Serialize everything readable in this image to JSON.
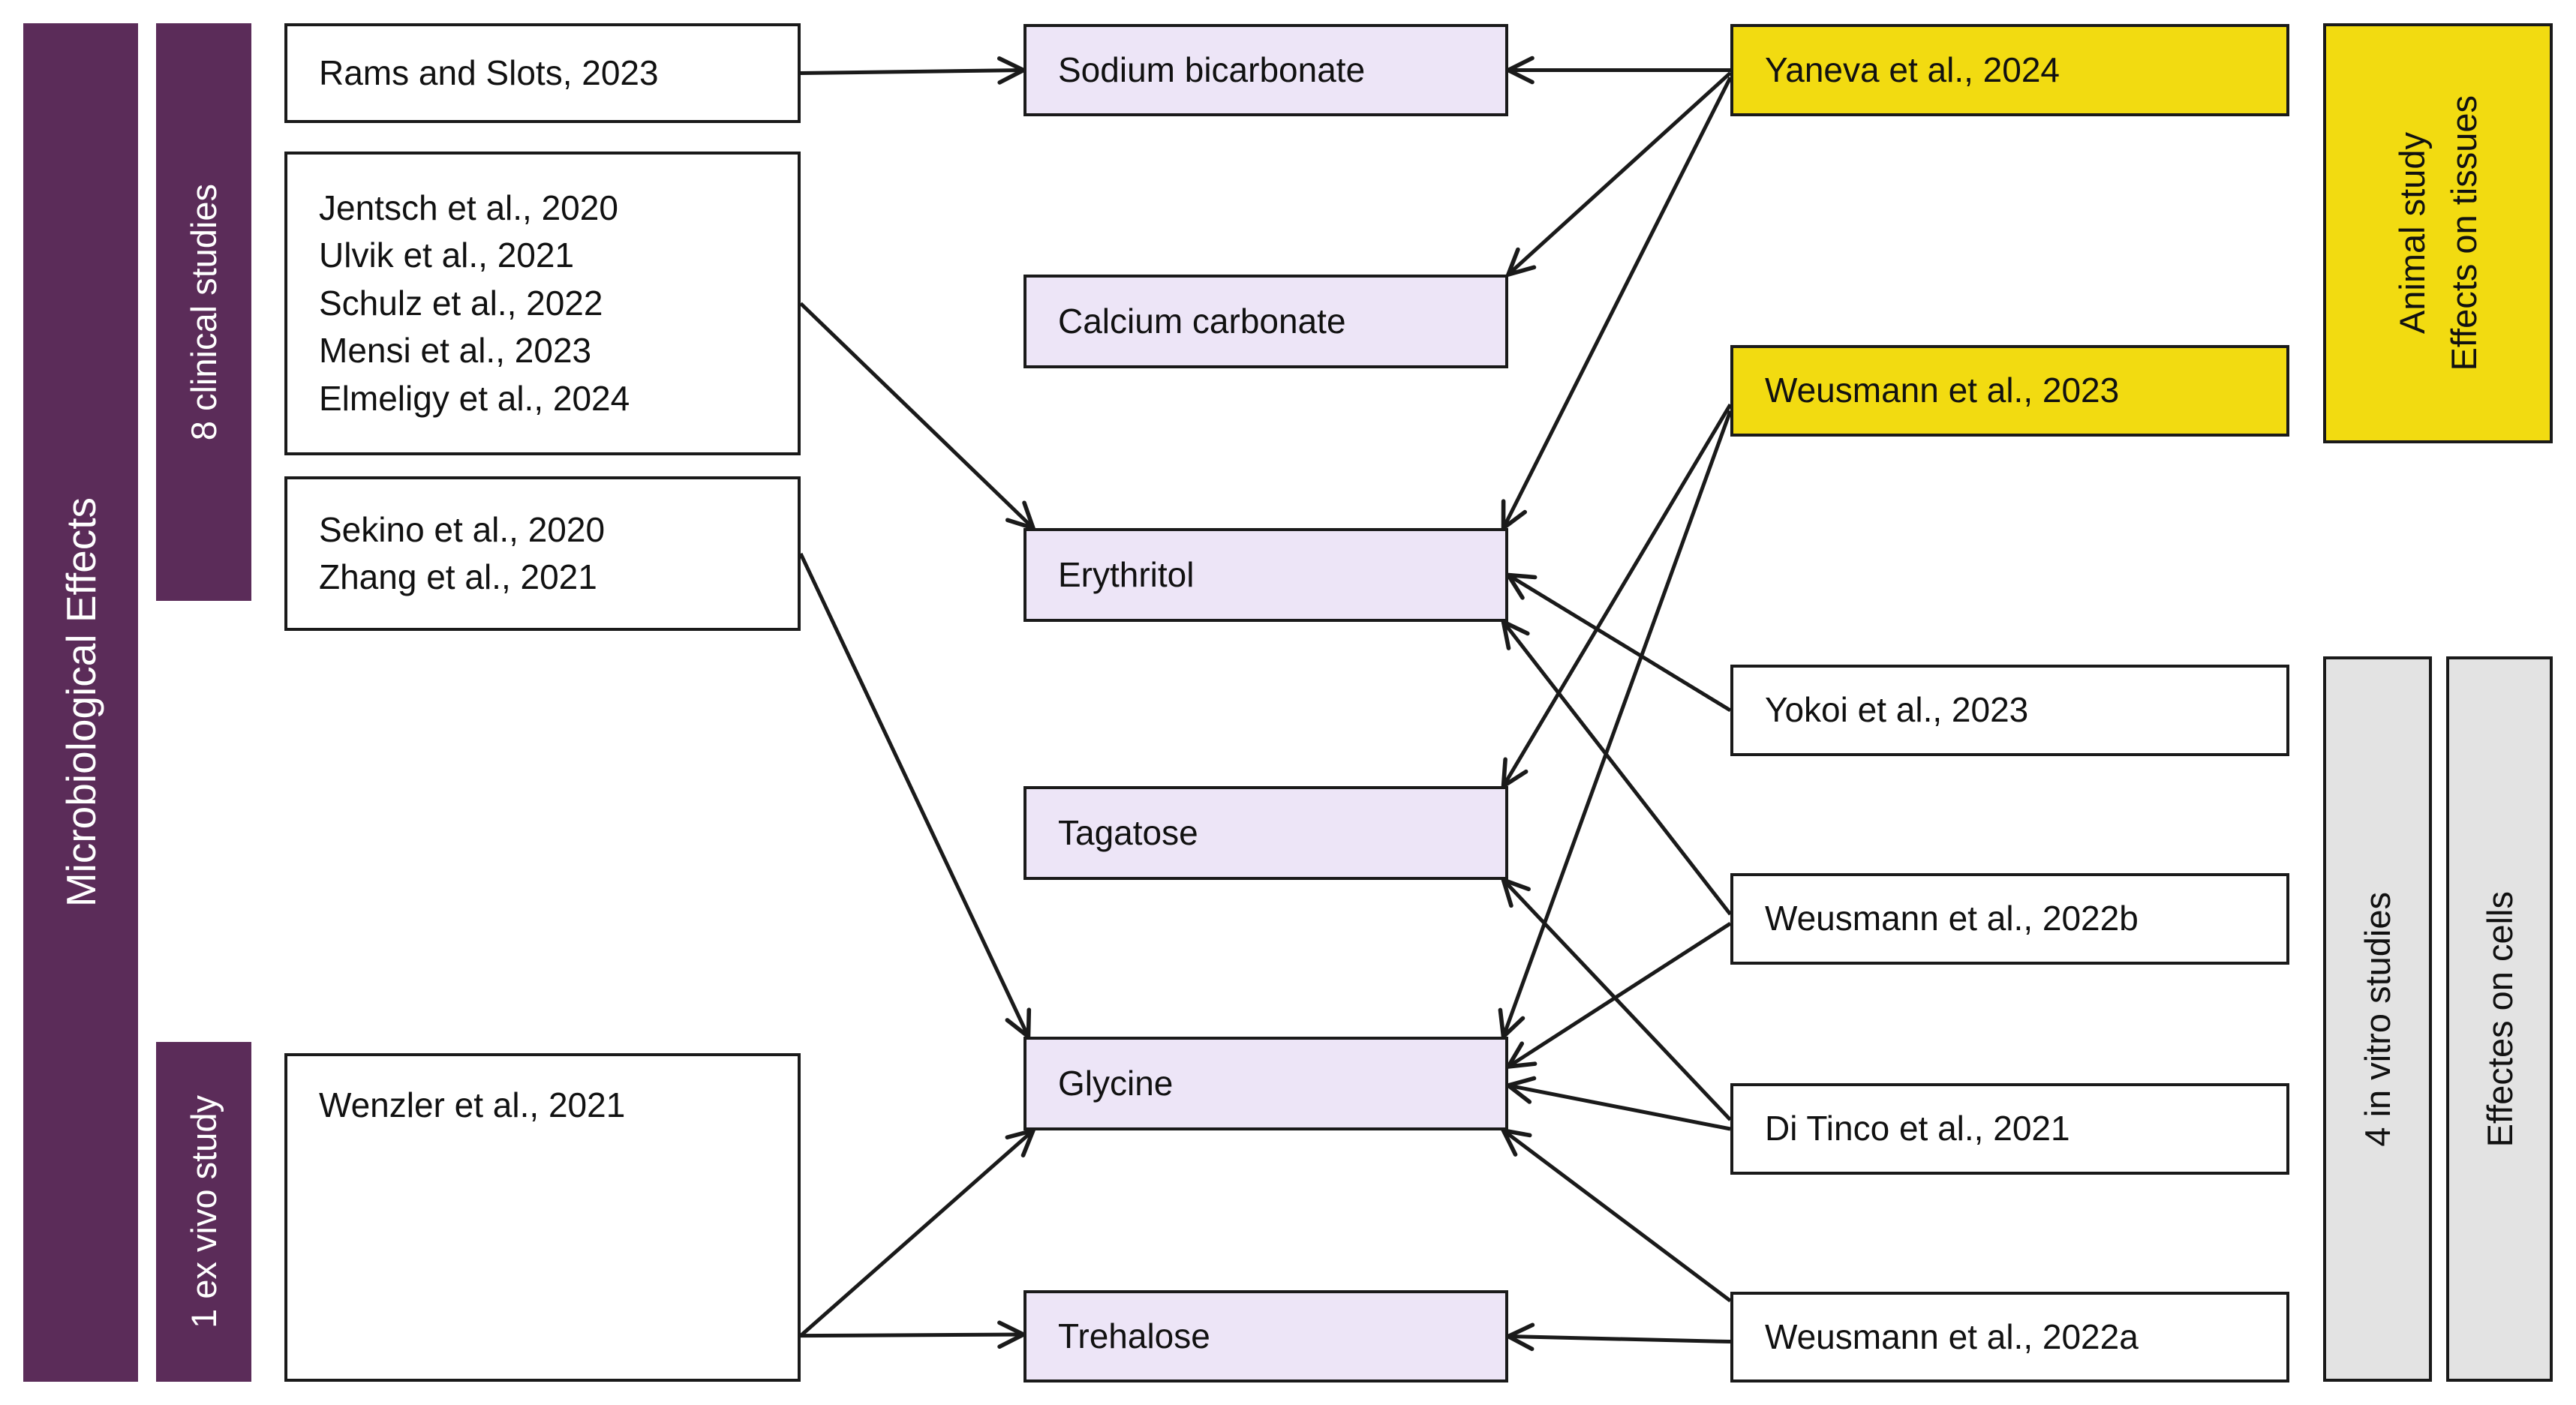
{
  "bars": {
    "main": "Microbiological Effects",
    "clinical": "8 clinical studies",
    "exvivo": "1 ex vivo study",
    "animal_line1": "Animal study",
    "animal_line2": "Effects on tissues",
    "invitro": "4 in vitro studies",
    "cells": "Effectes on cells"
  },
  "nodes": {
    "rams": {
      "label": "Rams and Slots, 2023"
    },
    "jentsch": {
      "lines": [
        "Jentsch et al., 2020",
        "Ulvik et al., 2021",
        "Schulz et al., 2022",
        "Mensi et al., 2023",
        "Elmeligy et al., 2024"
      ]
    },
    "sekino": {
      "lines": [
        "Sekino et al., 2020",
        "Zhang et al., 2021"
      ]
    },
    "wenzler": {
      "label": "Wenzler et al., 2021"
    },
    "sodium": {
      "label": "Sodium bicarbonate"
    },
    "calcium": {
      "label": "Calcium carbonate"
    },
    "erythritol": {
      "label": "Erythritol"
    },
    "tagatose": {
      "label": "Tagatose"
    },
    "glycine": {
      "label": "Glycine"
    },
    "trehalose": {
      "label": "Trehalose"
    },
    "yaneva": {
      "label": "Yaneva et al., 2024"
    },
    "w2023": {
      "label": "Weusmann et al., 2023"
    },
    "yokoi": {
      "label": "Yokoi et al., 2023"
    },
    "w2022b": {
      "label": "Weusmann et al., 2022b"
    },
    "ditinco": {
      "label": "Di Tinco et al., 2021"
    },
    "w2022a": {
      "label": "Weusmann et al., 2022a"
    }
  },
  "colors": {
    "purple": "#5B2C59",
    "lavender": "#EDE5F7",
    "yellow": "#F2DB11",
    "gray": "#E3E3E3",
    "line": "#1a1a1a"
  },
  "edges": [
    {
      "from": "rams",
      "fromSide": "right",
      "fromAlign": 0.5,
      "to": "sodium",
      "toSide": "left",
      "toAlign": 0.5
    },
    {
      "from": "jentsch",
      "fromSide": "right",
      "fromAlign": 0.5,
      "to": "erythritol",
      "toSide": "top",
      "toAlign": 0.02
    },
    {
      "from": "sekino",
      "fromSide": "right",
      "fromAlign": 0.5,
      "to": "glycine",
      "toSide": "top",
      "toAlign": 0.01
    },
    {
      "from": "wenzler",
      "fromSide": "right",
      "fromAlign": 0.86,
      "to": "glycine",
      "toSide": "bottom",
      "toAlign": 0.02
    },
    {
      "from": "wenzler",
      "fromSide": "right",
      "fromAlign": 0.86,
      "to": "trehalose",
      "toSide": "left",
      "toAlign": 0.48
    },
    {
      "from": "yaneva",
      "fromSide": "left",
      "fromAlign": 0.5,
      "to": "sodium",
      "toSide": "right",
      "toAlign": 0.5
    },
    {
      "from": "yaneva",
      "fromSide": "left",
      "fromAlign": 0.53,
      "to": "calcium",
      "toSide": "top",
      "toAlign": 1.0
    },
    {
      "from": "yaneva",
      "fromSide": "left",
      "fromAlign": 0.58,
      "to": "erythritol",
      "toSide": "top",
      "toAlign": 0.99
    },
    {
      "from": "w2023",
      "fromSide": "left",
      "fromAlign": 0.65,
      "to": "tagatose",
      "toSide": "top",
      "toAlign": 0.99
    },
    {
      "from": "w2023",
      "fromSide": "left",
      "fromAlign": 0.72,
      "to": "glycine",
      "toSide": "top",
      "toAlign": 0.99
    },
    {
      "from": "yokoi",
      "fromSide": "left",
      "fromAlign": 0.5,
      "to": "erythritol",
      "toSide": "right",
      "toAlign": 0.5
    },
    {
      "from": "w2022b",
      "fromSide": "left",
      "fromAlign": 0.45,
      "to": "erythritol",
      "toSide": "bottom",
      "toAlign": 0.99
    },
    {
      "from": "w2022b",
      "fromSide": "left",
      "fromAlign": 0.55,
      "to": "glycine",
      "toSide": "right",
      "toAlign": 0.32
    },
    {
      "from": "ditinco",
      "fromSide": "left",
      "fromAlign": 0.4,
      "to": "tagatose",
      "toSide": "bottom",
      "toAlign": 0.99
    },
    {
      "from": "ditinco",
      "fromSide": "left",
      "fromAlign": 0.5,
      "to": "glycine",
      "toSide": "right",
      "toAlign": 0.52
    },
    {
      "from": "w2022a",
      "fromSide": "left",
      "fromAlign": 0.1,
      "to": "glycine",
      "toSide": "bottom",
      "toAlign": 0.99
    },
    {
      "from": "w2022a",
      "fromSide": "left",
      "fromAlign": 0.55,
      "to": "trehalose",
      "toSide": "right",
      "toAlign": 0.5
    }
  ]
}
